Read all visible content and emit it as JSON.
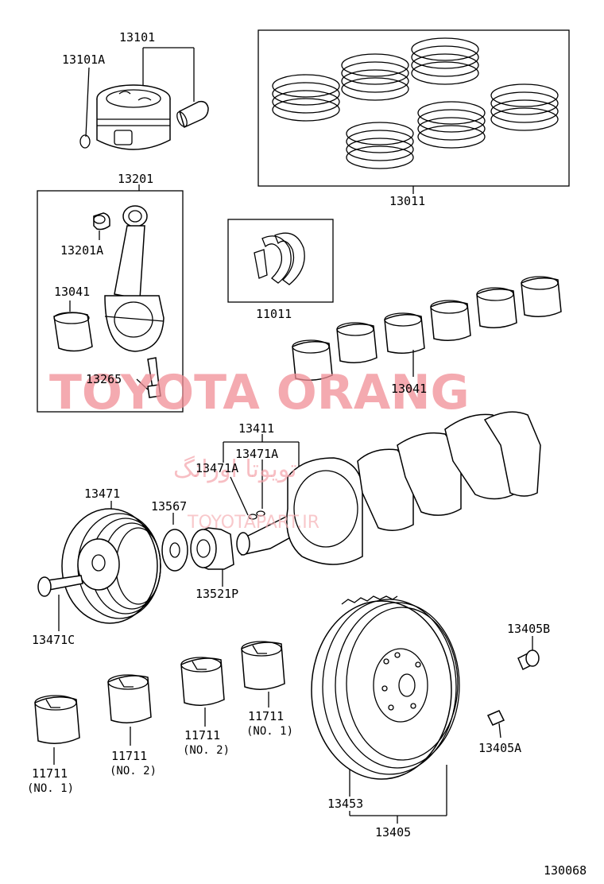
{
  "labels": {
    "p13101": "13101",
    "p13101A": "13101A",
    "p13011": "13011",
    "p13201": "13201",
    "p13201A": "13201A",
    "p13041_left": "13041",
    "p13265": "13265",
    "p11011": "11011",
    "p13041_right": "13041",
    "p13411": "13411",
    "p13471A_a": "13471A",
    "p13471A_b": "13471A",
    "p13471": "13471",
    "p13567": "13567",
    "p13521P": "13521P",
    "p13471C": "13471C",
    "p13405B": "13405B",
    "p13405A": "13405A",
    "p11711_a": "11711",
    "p11711_a_note": "(NO. 1)",
    "p11711_b": "11711",
    "p11711_b_note": "(NO. 2)",
    "p11711_c": "11711",
    "p11711_c_note": "(NO. 2)",
    "p11711_d": "11711",
    "p11711_d_note": "(NO. 1)",
    "p13453": "13453",
    "p13405": "13405",
    "figure_id": "130068"
  },
  "watermark": {
    "brand": "TOYOTA ORANG",
    "persian": "تویوتا اورانگ",
    "site": "TOYOTAPART.IR",
    "color": "#f08d95"
  }
}
